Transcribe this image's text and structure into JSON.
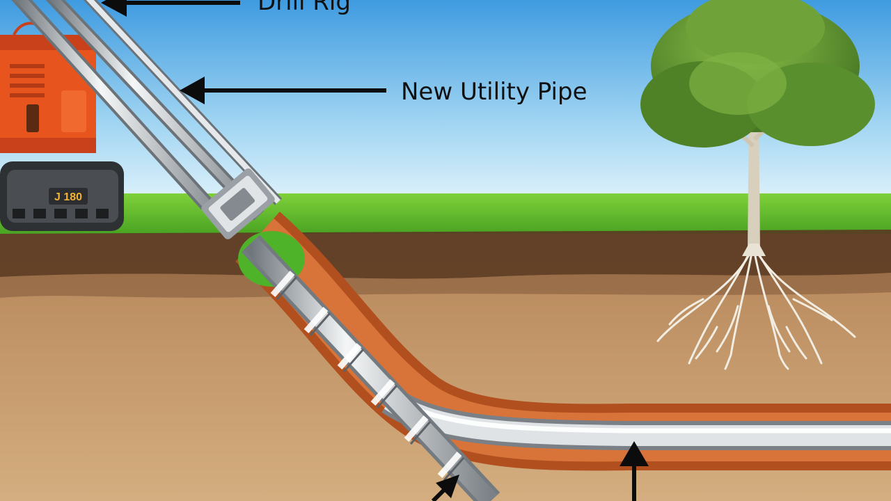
{
  "labels": {
    "drill_rig": "Drill Rig",
    "utility_pipe": "New Utility Pipe"
  },
  "rig": {
    "badge_text": "J 180"
  },
  "colors": {
    "sky_top": "#3f9be0",
    "sky_bottom": "#d9f0fb",
    "grass": "#5fbf2a",
    "soil": "#c59a6c",
    "topsoil": "#5a3a22",
    "bore": "#c8652c",
    "pipe": "#d9dde0",
    "rig_orange": "#e8541e",
    "trunk": "#d8cfbd",
    "foliage": "#5a8f2e",
    "arrow": "#0c0c0c"
  },
  "icons": [
    "drill-rig-icon",
    "tree-icon",
    "roots-icon",
    "arrow-left-icon",
    "arrow-up-icon"
  ]
}
